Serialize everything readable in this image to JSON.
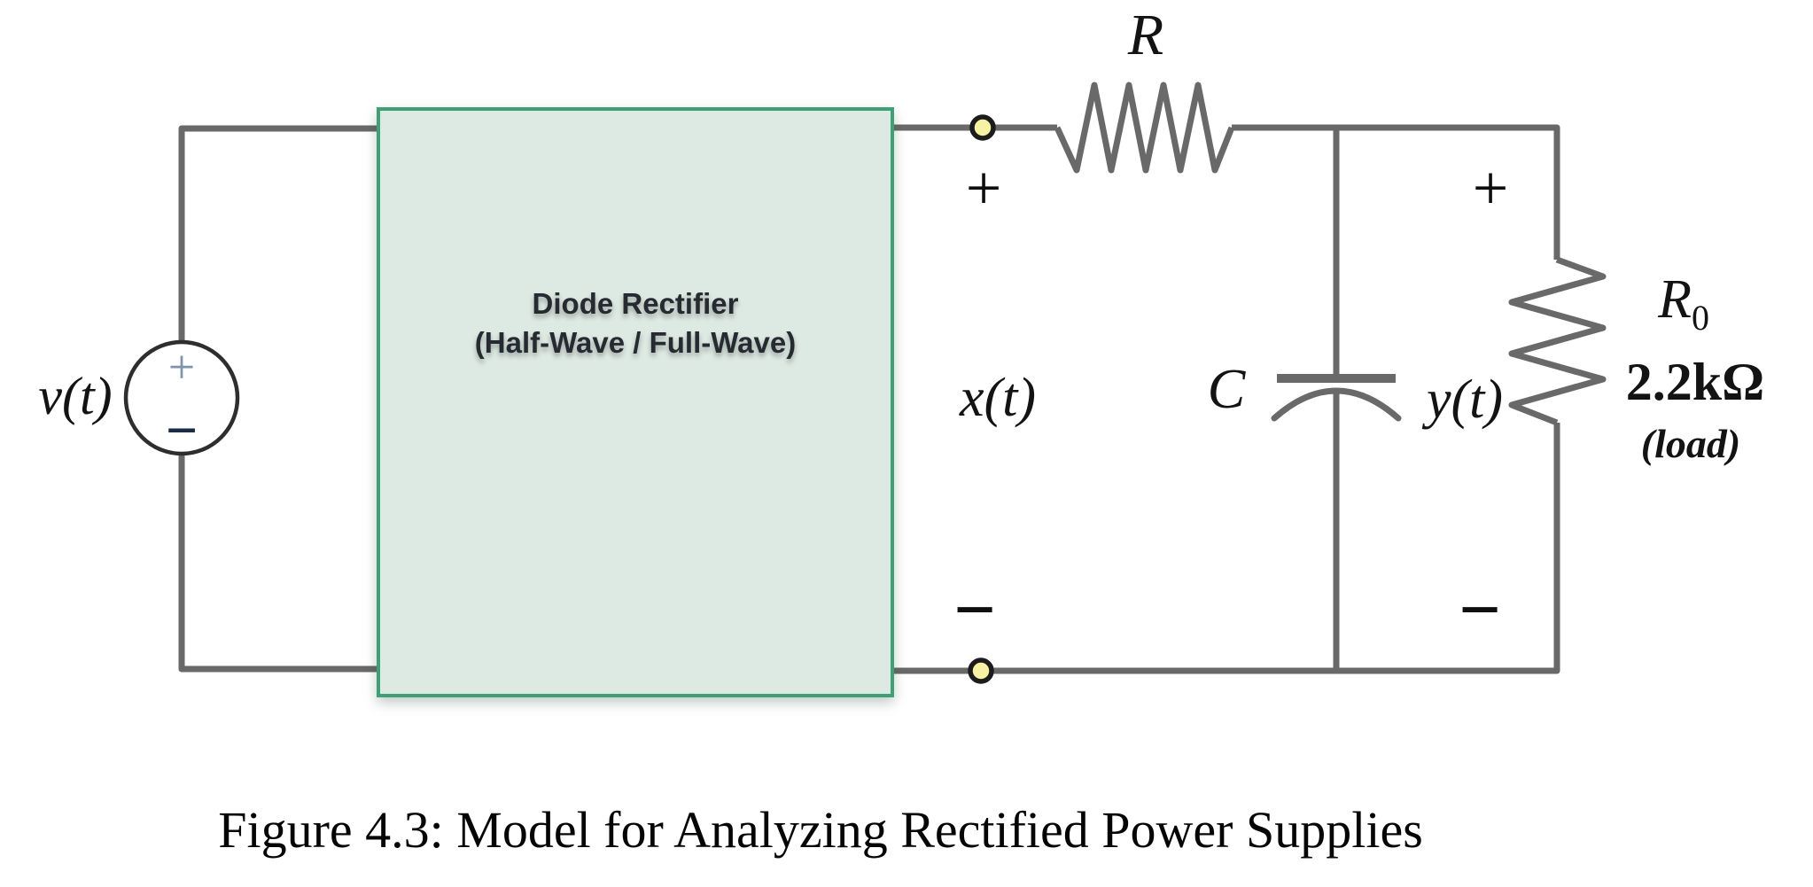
{
  "figure": {
    "caption": "Figure 4.3: Model for Analyzing Rectified Power Supplies"
  },
  "source": {
    "label": "v(t)",
    "plus": "+",
    "minus": "−"
  },
  "rectifier_box": {
    "line1": "Diode Rectifier",
    "line2": "(Half-Wave / Full-Wave)",
    "fill": "#dde9e3",
    "border": "#3fa076"
  },
  "node_x": {
    "label": "x(t)",
    "plus": "+",
    "minus": "−"
  },
  "series_resistor": {
    "label": "R"
  },
  "capacitor": {
    "label": "C"
  },
  "node_y": {
    "label": "y(t)",
    "plus": "+",
    "minus": "−"
  },
  "load_resistor": {
    "label": "R",
    "sub": "0",
    "value": "2.2kΩ",
    "note": "(load)"
  },
  "colors": {
    "wire": "#696969",
    "terminal_fill": "#f7f2a3",
    "box_fill": "#dde9e3",
    "box_border": "#3fa076"
  }
}
